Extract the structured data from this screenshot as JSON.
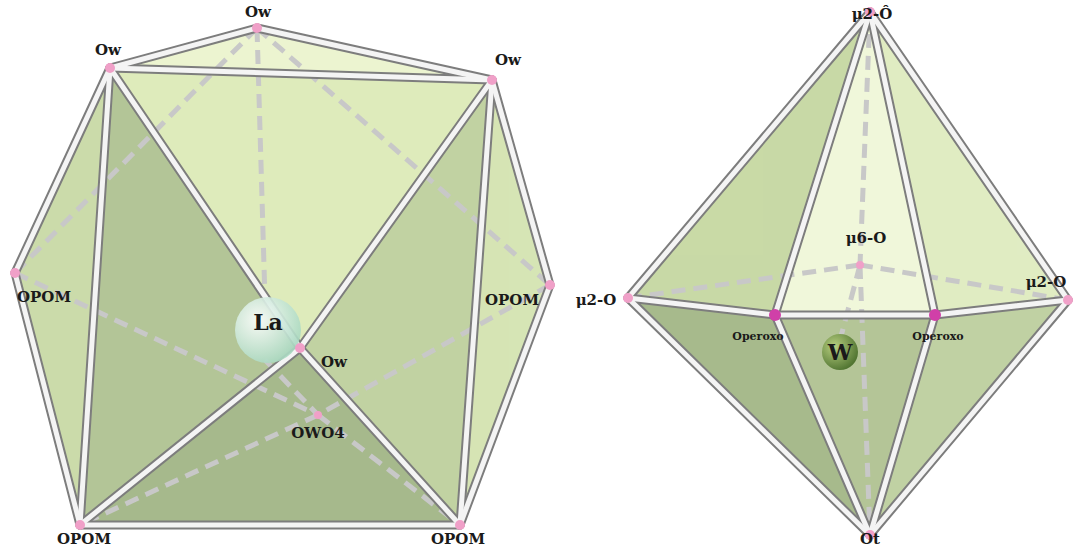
{
  "diagram": {
    "labels": [
      "Ow",
      "Ow",
      "Ow",
      "OPOM",
      "La",
      "Ow",
      "OPOM",
      "OWO4",
      "OPOM",
      "OPOM",
      "μ2-Ô",
      "μ6-O",
      "μ2-O",
      "Operoxo",
      "W",
      "Operoxo",
      "μ2-O",
      "Ot"
    ]
  }
}
